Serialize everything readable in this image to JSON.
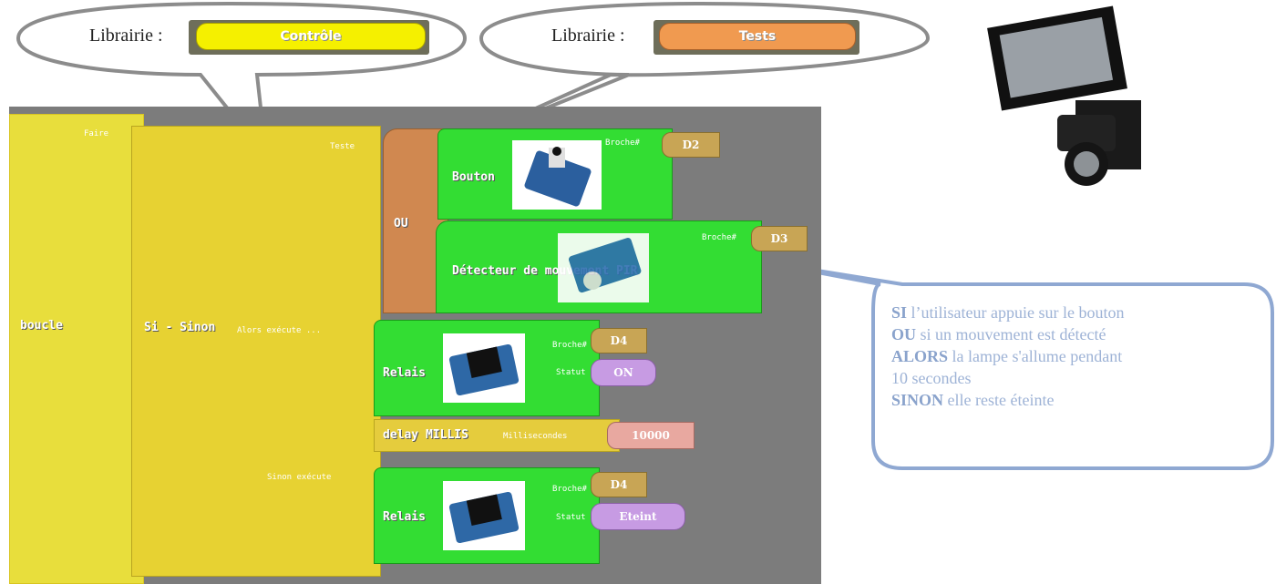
{
  "callouts": {
    "control": {
      "prefix": "Librairie :",
      "pill": "Contrôle",
      "pill_color": "#f5f000"
    },
    "tests": {
      "prefix": "Librairie :",
      "pill": "Tests",
      "pill_color": "#f09a50"
    }
  },
  "blocks": {
    "loop": {
      "label": "boucle",
      "do_label": "Faire"
    },
    "if_else": {
      "label": "Si - Sinon",
      "test_label": "Teste",
      "then_label": "Alors exécute ...",
      "else_label": "Sinon exécute"
    },
    "or_block": {
      "label": "OU"
    },
    "button": {
      "label": "Bouton",
      "pin_label": "Broche#",
      "pin": "D2"
    },
    "pir": {
      "label": "Détecteur de mouvement PIR",
      "pin_label": "Broche#",
      "pin": "D3"
    },
    "relay_on": {
      "label": "Relais",
      "pin_label": "Broche#",
      "pin": "D4",
      "state_label": "Statut",
      "state": "ON"
    },
    "delay": {
      "label": "delay MILLIS",
      "param_label": "Millisecondes",
      "value": "10000"
    },
    "relay_off": {
      "label": "Relais",
      "pin_label": "Broche#",
      "pin": "D4",
      "state_label": "Statut",
      "state": "Eteint"
    }
  },
  "note": {
    "line1_bold": "SI",
    "line1_rest": " l’utilisateur appuie sur le bouton",
    "line2_bold": "OU",
    "line2_rest": " si un mouvement est détecté",
    "line3_bold": "ALORS",
    "line3_rest": " la lampe s'allume pendant",
    "line4": "10 secondes",
    "line5_bold": "SINON",
    "line5_rest": " elle reste éteinte"
  },
  "colors": {
    "loop": "#e7d232",
    "sensor": "#33dd33",
    "logic": "#d08850",
    "note_border": "#8fa8d2"
  }
}
